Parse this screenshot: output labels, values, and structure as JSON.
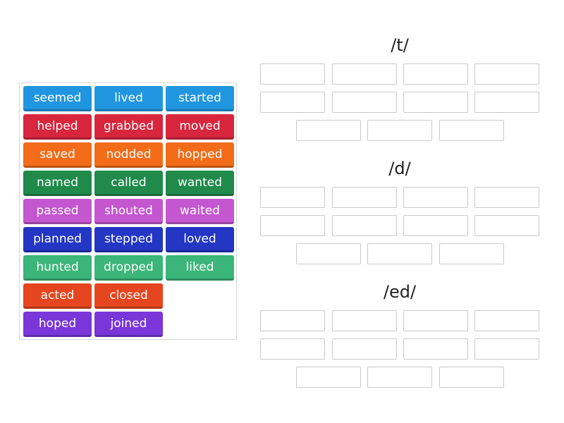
{
  "colors": {
    "blue": "#2196e0",
    "red": "#d7263d",
    "orange": "#f26c1a",
    "darkgreen": "#1f8a4a",
    "pink": "#c456d0",
    "navy": "#2336c4",
    "teal": "#3bb579",
    "redorange": "#e5461f",
    "purple": "#7a36d9"
  },
  "tiles": [
    {
      "label": "seemed",
      "color": "blue"
    },
    {
      "label": "lived",
      "color": "blue"
    },
    {
      "label": "started",
      "color": "blue"
    },
    {
      "label": "helped",
      "color": "red"
    },
    {
      "label": "grabbed",
      "color": "red"
    },
    {
      "label": "moved",
      "color": "red"
    },
    {
      "label": "saved",
      "color": "orange"
    },
    {
      "label": "nodded",
      "color": "orange"
    },
    {
      "label": "hopped",
      "color": "orange"
    },
    {
      "label": "named",
      "color": "darkgreen"
    },
    {
      "label": "called",
      "color": "darkgreen"
    },
    {
      "label": "wanted",
      "color": "darkgreen"
    },
    {
      "label": "passed",
      "color": "pink"
    },
    {
      "label": "shouted",
      "color": "pink"
    },
    {
      "label": "waited",
      "color": "pink"
    },
    {
      "label": "planned",
      "color": "navy"
    },
    {
      "label": "stepped",
      "color": "navy"
    },
    {
      "label": "loved",
      "color": "navy"
    },
    {
      "label": "hunted",
      "color": "teal"
    },
    {
      "label": "dropped",
      "color": "teal"
    },
    {
      "label": "liked",
      "color": "teal"
    },
    {
      "label": "acted",
      "color": "redorange"
    },
    {
      "label": "closed",
      "color": "redorange"
    },
    {
      "label": "hoped",
      "color": "purple"
    },
    {
      "label": "joined",
      "color": "purple"
    }
  ],
  "groups": [
    {
      "title": "/t/"
    },
    {
      "title": "/d/"
    },
    {
      "title": "/ed/"
    }
  ]
}
